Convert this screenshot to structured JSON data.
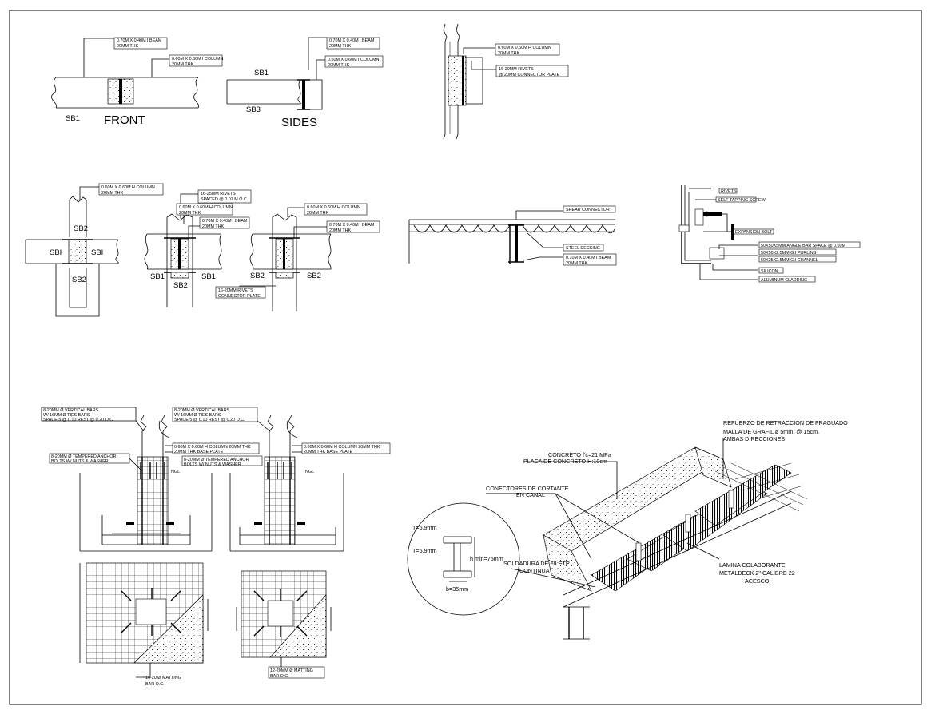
{
  "labels": {
    "front": "FRONT",
    "sides": "SIDES",
    "sb1": "SB1",
    "sb2": "SB2",
    "sb3": "SB3",
    "sbi": "SBI",
    "ngl": "NGL"
  },
  "notes": {
    "beam_070_040": "0.70M X 0.40M I BEAM",
    "thk_20": "20MM THK",
    "col_060_060_i": "0.60M X 0.60M I COLUMN",
    "col_060_060_h": "0.60M X 0.60M H COLUMN",
    "rivets_16_20": "16-20MM RIVETS",
    "conn_plate": "@ 20MM CONNECTOR PLATE",
    "rivets_16_25": "16-25MM RIVETS",
    "rivet_spacing": "SPACED @ 0.07 M.O.C.",
    "rivets_16_20b": "16-20MM RIVETS",
    "conn_plate_b": "CONNECTOR PLATE",
    "shear_connector": "SHEAR CONNECTOR",
    "steel_decking": "STEEL DECKING",
    "rivets": "RIVETS",
    "self_tapping": "SELF TAPPING SCREW",
    "expansion_bolt": "EXPANSION BOLT",
    "angle_bar": "50X50X5MM ANGLE BAR SPACE @ 0.60M",
    "purlins": "50X50X2.5MM G.I PURLINS",
    "channel": "50X25X2.5MM G.I CHANNEL",
    "silicon": "SILICON",
    "cladding": "ALUMINUM CLADDING",
    "vert_bars": "8-20MM Ø VERTICAL BARS",
    "ties_bars": "W/ 16MM Ø TIES BARS",
    "ties_spacing": "SPACE 5 @ 0.10 REST @ 0.20 O.C.",
    "col_h_20": "0.60M X 0.60M H COLUMN 20MM THK",
    "base_plate": "20MM THK BASE PLATE",
    "anchor_bolts": "8-20MM Ø TEMPERED ANCHOR",
    "nuts_washer": "BOLTS W/ NUTS & WASHER",
    "matting_16": "16-20 Ø MATTING",
    "matting_12": "12-20MM Ø MATTING",
    "bar_oc": "BAR O.C."
  },
  "slab": {
    "refuerzo": "REFUERZO DE RETRACCION DE FRAGUADO",
    "malla": "MALLA DE GRAFIL ø 5mm. @ 15cm.",
    "ambas": "AMBAS DIRECCIONES",
    "concreto": "CONCRETO f'c=21 MPa",
    "placa": "PLACA DE CONCRETO H:10cm",
    "conectores": "CONECTORES DE CORTANTE",
    "en_canal": "EN CANAL",
    "soldadura": "SOLDADURA DE FILETE",
    "continua": "CONTINUA",
    "lamina": "LAMINA COLABORANTE",
    "metaldeck": "METALDECK 2\" CALIBRE 22",
    "acesco": "ACESCO",
    "t1": "T=6,9mm",
    "t2": "T=6,9mm",
    "h_min": "h min=75mm",
    "b": "b=35mm"
  }
}
